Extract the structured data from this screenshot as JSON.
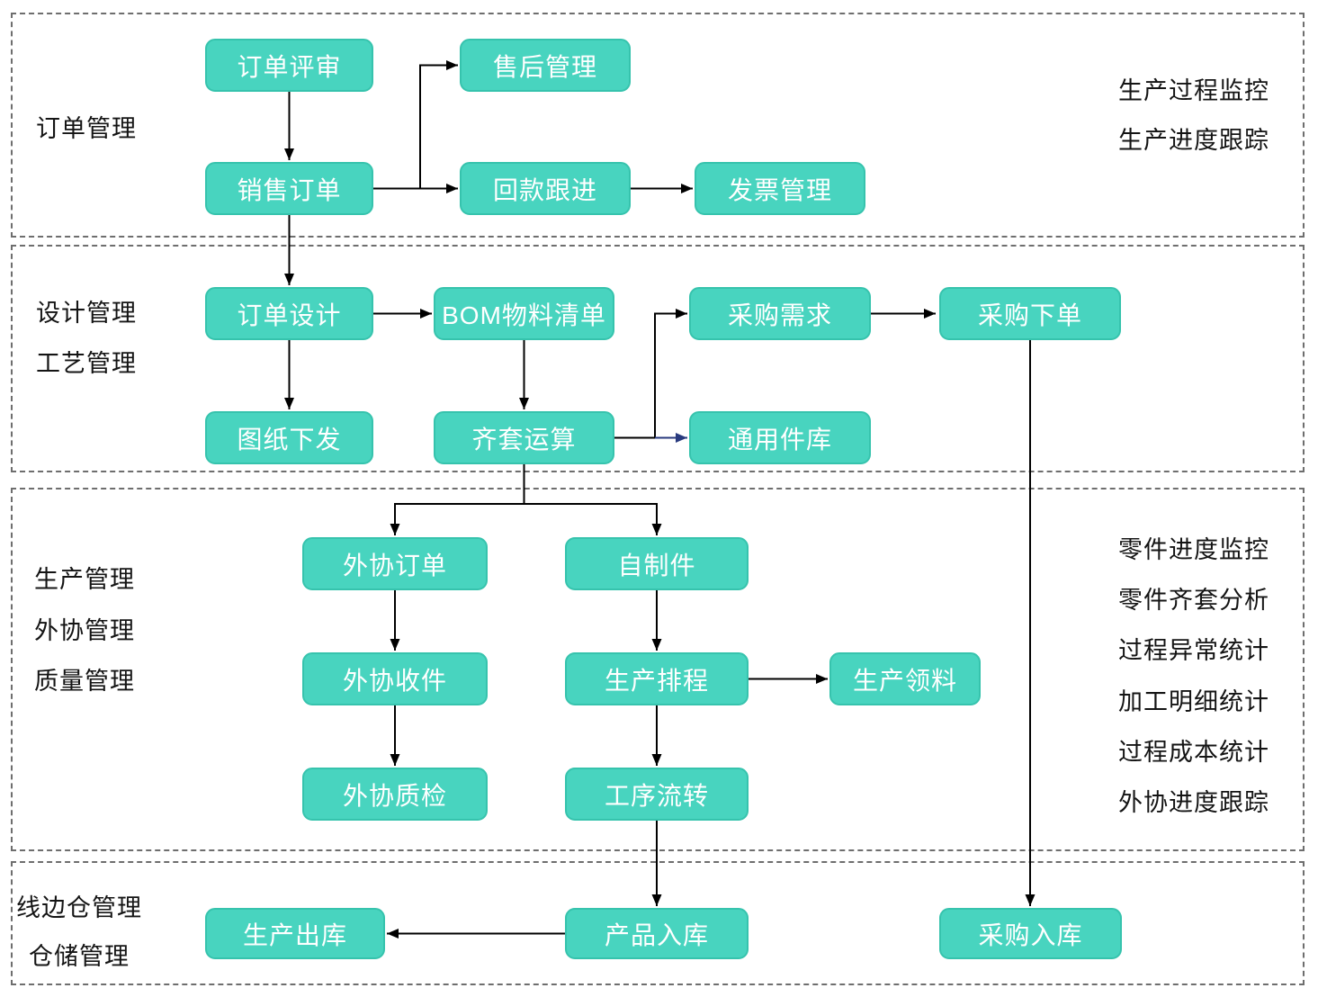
{
  "diagram": {
    "type": "flowchart",
    "language": "zh-CN",
    "colors": {
      "node_fill": "#48d4bf",
      "node_border": "#36c3ad",
      "node_text": "#ffffff",
      "connector": "#000000",
      "connector_special": "#283a7e",
      "section_border": "#6e6e6e",
      "label_text": "#141414"
    },
    "sections": [
      {
        "left_labels": [
          "订单管理"
        ],
        "right_labels": [
          "生产过程监控",
          "生产进度跟踪"
        ]
      },
      {
        "left_labels": [
          "设计管理",
          "工艺管理"
        ],
        "right_labels": []
      },
      {
        "left_labels": [
          "生产管理",
          "外协管理",
          "质量管理"
        ],
        "right_labels": [
          "零件进度监控",
          "零件齐套分析",
          "过程异常统计",
          "加工明细统计",
          "过程成本统计",
          "外协进度跟踪"
        ]
      },
      {
        "left_labels": [
          "线边仓管理",
          "仓储管理"
        ],
        "right_labels": []
      }
    ],
    "nodes": {
      "order_review": "订单评审",
      "after_sales": "售后管理",
      "sales_order": "销售订单",
      "payment_followup": "回款跟进",
      "invoice_mgmt": "发票管理",
      "order_design": "订单设计",
      "bom_list": "BOM物料清单",
      "purchase_demand": "采购需求",
      "purchase_order": "采购下单",
      "drawing_release": "图纸下发",
      "kitting_calc": "齐套运算",
      "common_parts_lib": "通用件库",
      "outsource_order": "外协订单",
      "self_made_parts": "自制件",
      "outsource_receive": "外协收件",
      "production_schedule": "生产排程",
      "production_picking": "生产领料",
      "outsource_qc": "外协质检",
      "process_flow": "工序流转",
      "production_outbound": "生产出库",
      "product_inbound": "产品入库",
      "purchase_inbound": "采购入库"
    },
    "edges": [
      {
        "from": "订单评审",
        "to": "销售订单"
      },
      {
        "from": "销售订单",
        "to": "售后管理"
      },
      {
        "from": "销售订单",
        "to": "回款跟进"
      },
      {
        "from": "回款跟进",
        "to": "发票管理"
      },
      {
        "from": "销售订单",
        "to": "订单设计"
      },
      {
        "from": "订单设计",
        "to": "BOM物料清单"
      },
      {
        "from": "订单设计",
        "to": "图纸下发"
      },
      {
        "from": "BOM物料清单",
        "to": "齐套运算"
      },
      {
        "from": "齐套运算",
        "to": "采购需求"
      },
      {
        "from": "齐套运算",
        "to": "通用件库"
      },
      {
        "from": "采购需求",
        "to": "采购下单"
      },
      {
        "from": "采购下单",
        "to": "采购入库"
      },
      {
        "from": "齐套运算",
        "to": "外协订单"
      },
      {
        "from": "齐套运算",
        "to": "自制件"
      },
      {
        "from": "外协订单",
        "to": "外协收件"
      },
      {
        "from": "外协收件",
        "to": "外协质检"
      },
      {
        "from": "自制件",
        "to": "生产排程"
      },
      {
        "from": "生产排程",
        "to": "生产领料"
      },
      {
        "from": "生产排程",
        "to": "工序流转"
      },
      {
        "from": "工序流转",
        "to": "产品入库"
      },
      {
        "from": "产品入库",
        "to": "生产出库"
      }
    ]
  }
}
